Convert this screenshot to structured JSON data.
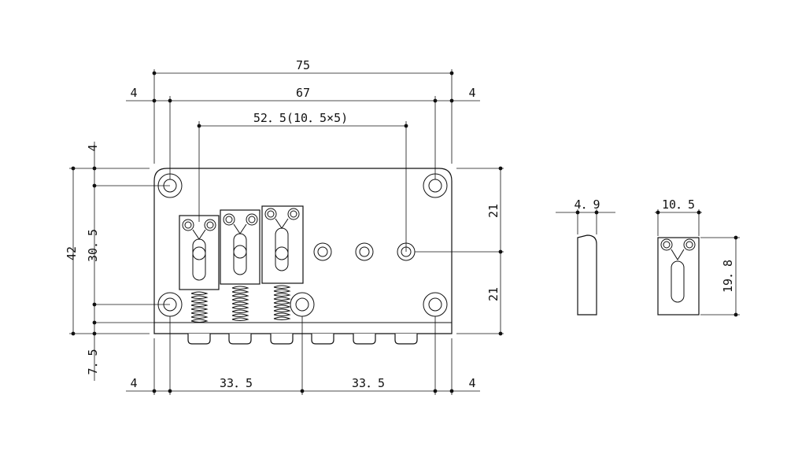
{
  "dimensions": {
    "overall_width": "75",
    "mount_span": "67",
    "left_offset_top": "4",
    "right_offset_top": "4",
    "string_spacing": "52．5(10．5×5)",
    "top_offset_left": "4",
    "overall_height": "42",
    "hole_spacing_vertical": "30．5",
    "lip_height": "7．5",
    "right_upper": "21",
    "right_lower": "21",
    "bottom_left_offset": "4",
    "bottom_left_span": "33．5",
    "bottom_right_span": "33．5",
    "bottom_right_offset": "4",
    "saddle_side_thickness": "4．9",
    "saddle_front_width": "10．5",
    "saddle_front_height": "19．8"
  }
}
